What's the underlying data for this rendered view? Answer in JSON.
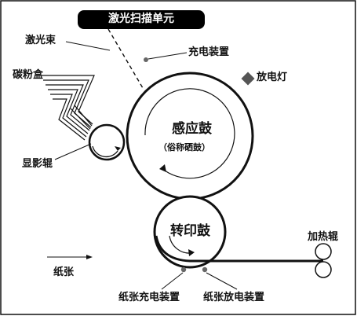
{
  "title": "激光扫描单元",
  "labels": {
    "laser_beam": "激光束",
    "toner_box": "碳粉盒",
    "developer_roller": "显影辊",
    "charging_device": "充电装置",
    "discharge_lamp": "放电灯",
    "photosensitive_drum": "感应鼓",
    "drum_alias": "（俗称硒鼓）",
    "transfer_drum": "转印鼓",
    "heating_roller": "加热辊",
    "paper": "纸张",
    "paper_charging_device": "纸张充电装置",
    "paper_discharge_device": "纸张放电装置"
  },
  "colors": {
    "ink": "#111111",
    "title_bg": "#000000",
    "lamp": "#555555",
    "dot": "#666666"
  }
}
